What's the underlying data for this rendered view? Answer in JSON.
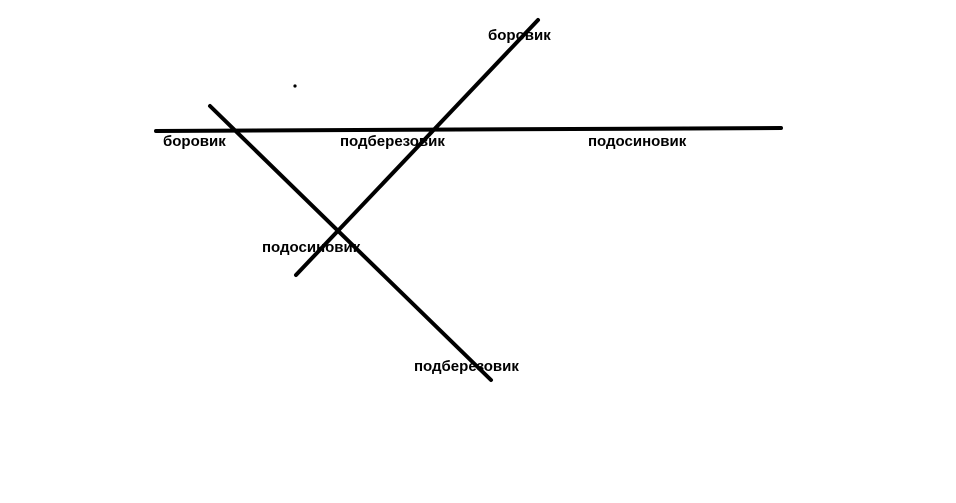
{
  "diagram": {
    "line_color": "#000000",
    "label_color": "#000000",
    "background": "#ffffff",
    "labels": {
      "top_right_line_end": "боровик",
      "horizontal_left": "боровик",
      "horizontal_middle": "подберезовик",
      "horizontal_right": "подосиновик",
      "crossing_center": "подосиновик",
      "bottom_line_end": "подберезовик"
    }
  }
}
